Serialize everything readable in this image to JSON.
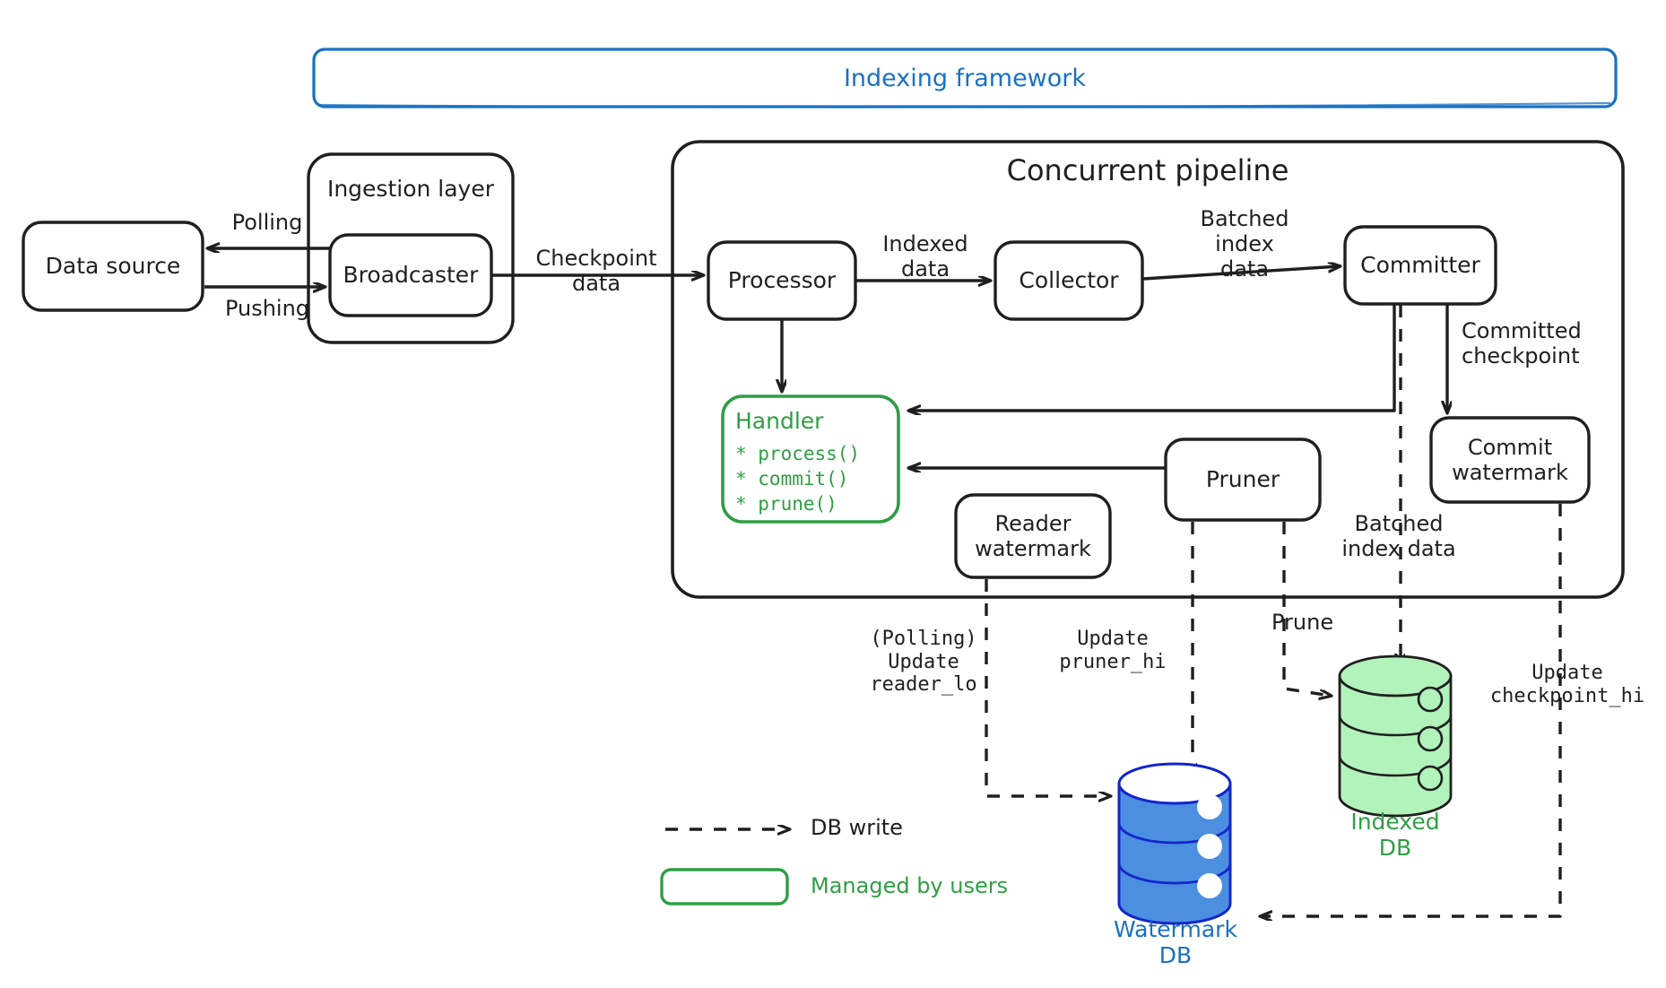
{
  "diagram": {
    "title": "Indexing framework",
    "colors": {
      "ink": "#1f1f1f",
      "blue": "#1971c2",
      "green": "#2f9e44",
      "indexed_db_fill": "#b2f2bb",
      "watermark_db_fill": "#4c8ee0"
    },
    "frames": {
      "indexing_framework": "Indexing framework",
      "ingestion_layer": "Ingestion layer",
      "concurrent_pipeline": "Concurrent pipeline"
    },
    "nodes": {
      "data_source": "Data source",
      "broadcaster": "Broadcaster",
      "processor": "Processor",
      "collector": "Collector",
      "committer": "Committer",
      "commit_watermark": "Commit\nwatermark",
      "reader_watermark": "Reader\nwatermark",
      "pruner": "Pruner",
      "handler_title": "Handler",
      "handler_methods": [
        "* process()",
        "* commit()",
        "* prune()"
      ]
    },
    "databases": {
      "indexed_db": "Indexed\nDB",
      "watermark_db": "Watermark\nDB"
    },
    "edge_labels": {
      "polling": "Polling",
      "pushing": "Pushing",
      "checkpoint_data": "Checkpoint\ndata",
      "indexed_data": "Indexed\ndata",
      "batched_index_data_top": "Batched\nindex\ndata",
      "committed_checkpoint": "Committed\ncheckpoint",
      "batched_index_data_bottom": "Batched\nindex data",
      "prune": "Prune",
      "update_reader_lo": "(Polling)\nUpdate\nreader_lo",
      "update_pruner_hi": "Update\npruner_hi",
      "update_checkpoint_hi": "Update\ncheckpoint_hi"
    },
    "legend": {
      "db_write": "DB write",
      "managed_by_users": "Managed by users"
    }
  }
}
